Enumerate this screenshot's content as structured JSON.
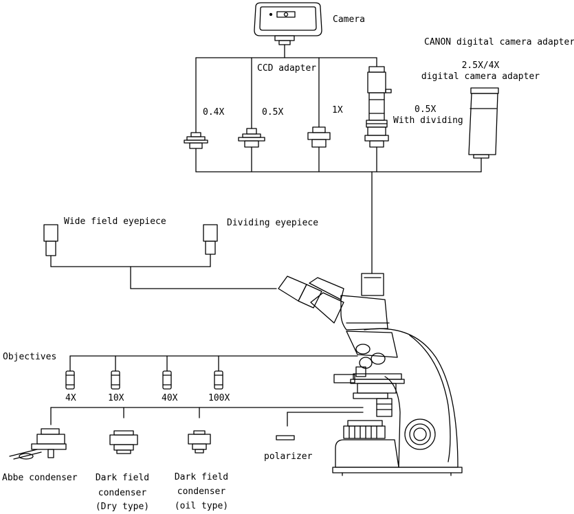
{
  "labels": {
    "camera": "Camera",
    "ccd_adapter": "CCD adapter",
    "canon_adapter": "CANON digital camera adapter",
    "digital_adapter_line1": "2.5X/4X",
    "digital_adapter_line2": "digital camera adapter",
    "adapter_04x": "0.4X",
    "adapter_05x": "0.5X",
    "adapter_1x": "1X",
    "adapter_05x_dividing_line1": "0.5X",
    "adapter_05x_dividing_line2": "With dividing",
    "wide_field_eyepiece": "Wide field eyepiece",
    "dividing_eyepiece": "Dividing eyepiece",
    "objectives": "Objectives",
    "obj_4x": "4X",
    "obj_10x": "10X",
    "obj_40x": "40X",
    "obj_100x": "100X",
    "abbe_condenser": "Abbe condenser",
    "dark_dry_line1": "Dark field",
    "dark_dry_line2": "condenser",
    "dark_dry_line3": "(Dry type)",
    "dark_oil_line1": "Dark field",
    "dark_oil_line2": "condenser",
    "dark_oil_line3": "(oil type)",
    "polarizer": "polarizer"
  }
}
